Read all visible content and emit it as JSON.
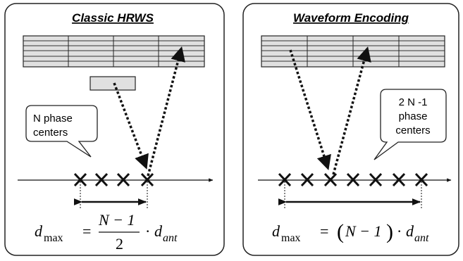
{
  "panels": [
    {
      "title": "Classic HRWS",
      "callout_lines": [
        "N phase",
        "centers"
      ],
      "phase_center_count": 4,
      "formula": {
        "lhs_var": "d",
        "lhs_sub": "max",
        "eq": "=",
        "numerator": "N − 1",
        "denominator": "2",
        "dot": "·",
        "rhs_var": "d",
        "rhs_sub": "ant"
      }
    },
    {
      "title": "Waveform Encoding",
      "callout_lines": [
        "2 N -1",
        "phase",
        "centers"
      ],
      "phase_center_count": 7,
      "formula": {
        "lhs_var": "d",
        "lhs_sub": "max",
        "eq": "=",
        "open": "(",
        "expr": "N − 1",
        "close": ")",
        "dot": "·",
        "rhs_var": "d",
        "rhs_sub": "ant"
      }
    }
  ],
  "colors": {
    "stroke": "#111111",
    "panel_fill": "#ffffff",
    "swath_fill": "#e0e0e0",
    "callout_fill": "#ffffff"
  }
}
